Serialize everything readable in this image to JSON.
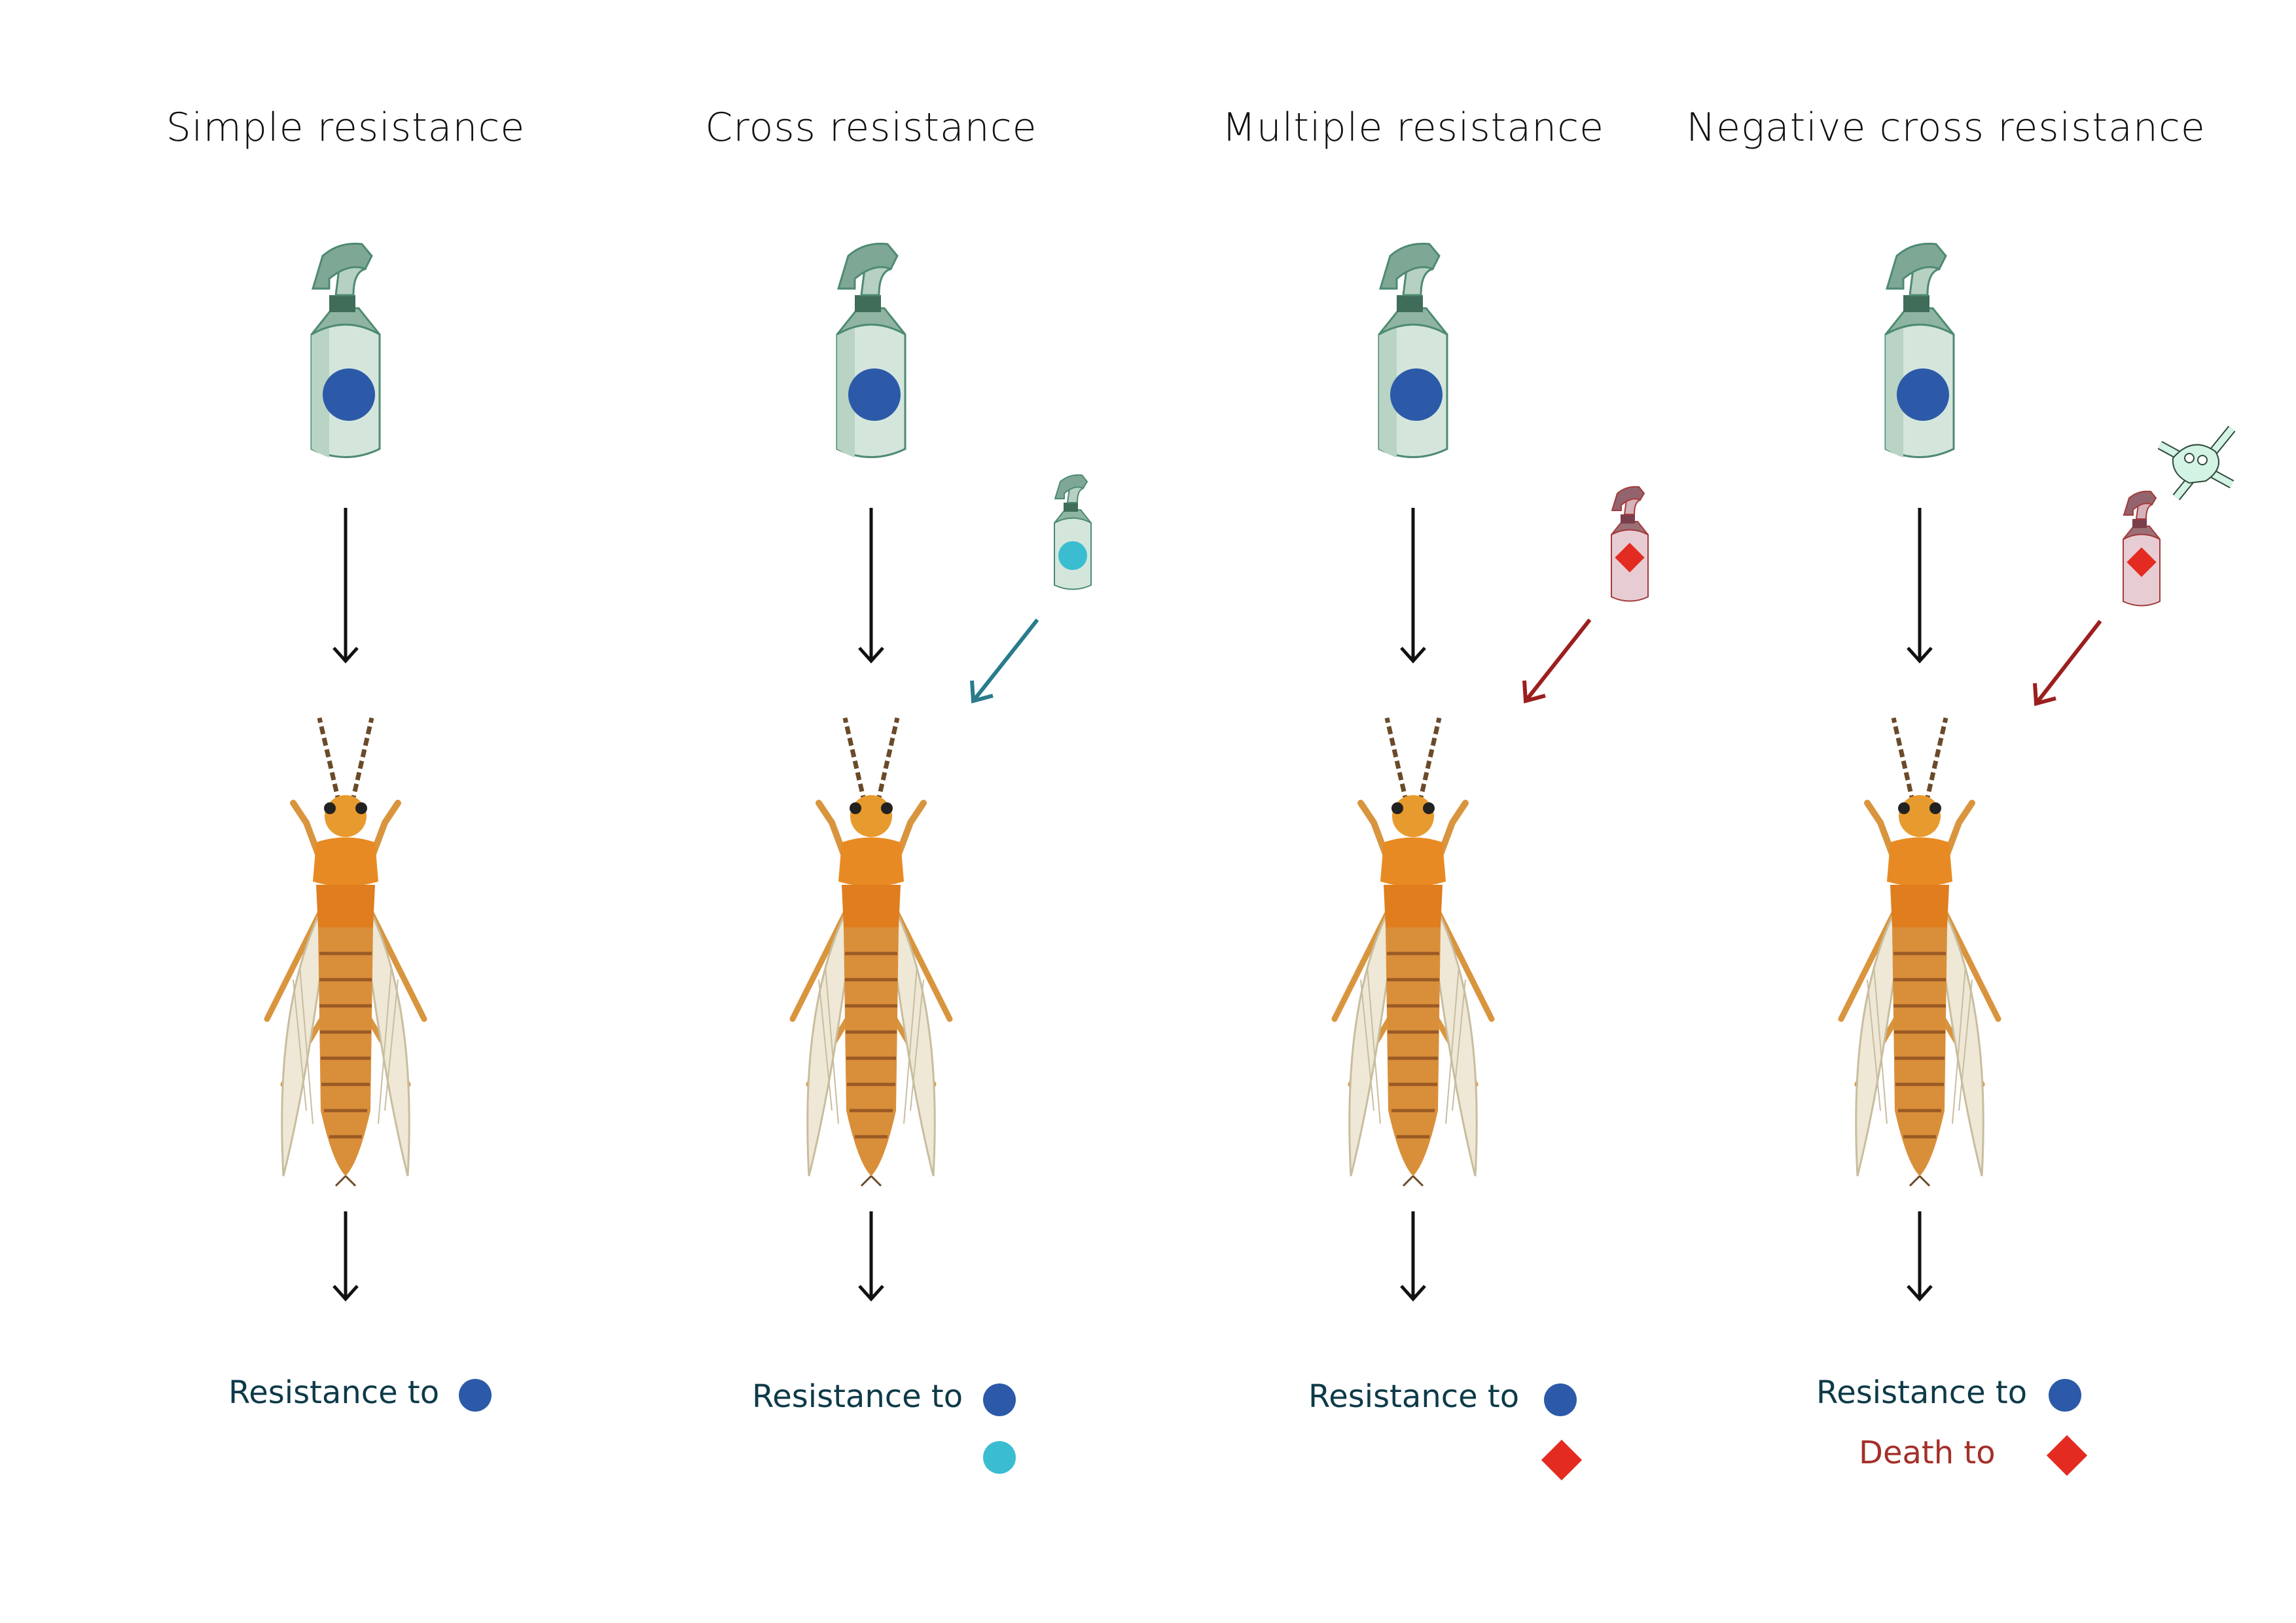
{
  "columns": [
    {
      "title": "Simple resistance",
      "result_label": "Resistance to"
    },
    {
      "title": "Cross resistance",
      "result_label": "Resistance to"
    },
    {
      "title": "Multiple resistance",
      "result_label": "Resistance to"
    },
    {
      "title": "Negative cross resistance",
      "result_label": "Resistance to",
      "death_label": "Death to"
    }
  ],
  "colors": {
    "insecticide_a": "#2c5aa8",
    "insecticide_b": "#3bbdd1",
    "insecticide_c": "#e32b22",
    "death_text": "#a3302a",
    "label_text": "#0e3a48"
  },
  "icons": [
    "spray-bottle-icon",
    "thrips-insect-icon",
    "skull-crossbones-icon",
    "arrow-down-icon"
  ]
}
